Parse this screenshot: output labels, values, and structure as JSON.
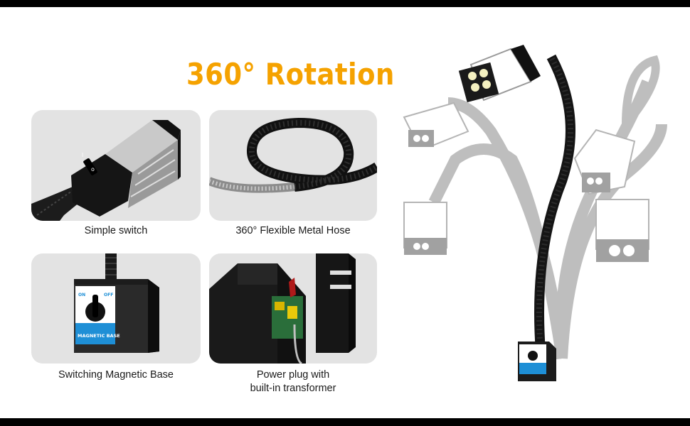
{
  "headline": "360° Rotation",
  "features": [
    {
      "caption": "Simple switch",
      "icon": "switch-housing"
    },
    {
      "caption": "360° Flexible Metal Hose",
      "icon": "metal-hose"
    },
    {
      "caption": "Switching Magnetic Base",
      "icon": "magnetic-base"
    },
    {
      "caption_line1": "Power plug with",
      "caption_line2": "built-in transformer",
      "icon": "power-plug"
    }
  ],
  "base_labels": {
    "on": "ON",
    "off": "OFF",
    "name": "MAGNETIC BASE"
  },
  "colors": {
    "accent": "#f5a200",
    "tile": "#e3e3e3",
    "frame": "#000000",
    "base_blue": "#1e8fd6"
  }
}
